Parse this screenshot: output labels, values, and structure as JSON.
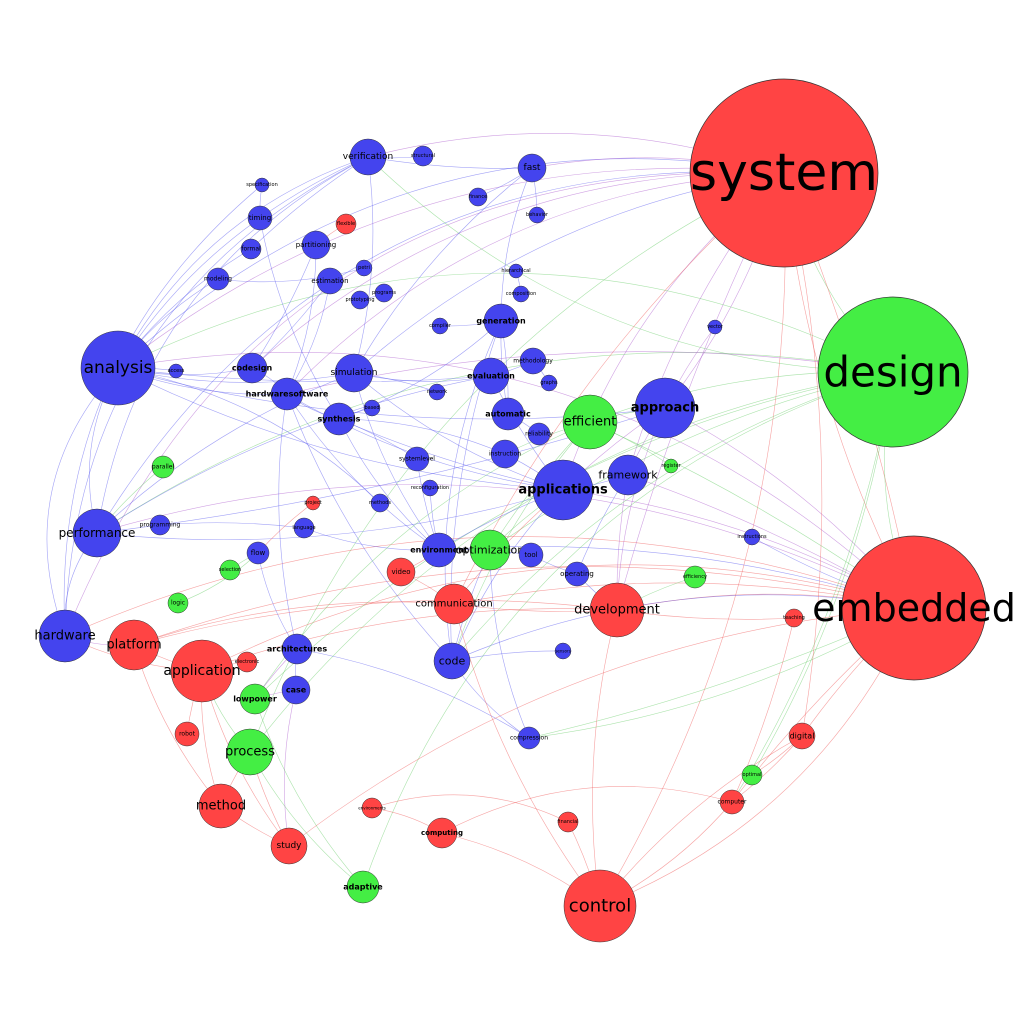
{
  "colors": {
    "red": "#ff4444",
    "green": "#44ee44",
    "blue": "#4444ee",
    "edge_blue": "#5555ee",
    "edge_purple": "#aa55cc",
    "edge_red": "#ee5555",
    "edge_green": "#66cc66"
  },
  "nodes": [
    {
      "id": "system",
      "label": "system",
      "color": "red",
      "size": 5
    },
    {
      "id": "design",
      "label": "design",
      "color": "green",
      "size": 5
    },
    {
      "id": "embedded",
      "label": "embedded",
      "color": "red",
      "size": 5
    },
    {
      "id": "analysis",
      "label": "analysis",
      "color": "blue",
      "size": 4
    },
    {
      "id": "approach",
      "label": "approach",
      "color": "blue",
      "size": 3
    },
    {
      "id": "applications",
      "label": "applications",
      "color": "blue",
      "size": 3
    },
    {
      "id": "efficient",
      "label": "efficient",
      "color": "green",
      "size": 3
    },
    {
      "id": "verification",
      "label": "verification",
      "color": "blue",
      "size": 2
    },
    {
      "id": "fast",
      "label": "fast",
      "color": "blue",
      "size": 2
    },
    {
      "id": "specification",
      "label": "specification",
      "color": "blue",
      "size": 1
    },
    {
      "id": "structural",
      "label": "structural",
      "color": "blue",
      "size": 1
    },
    {
      "id": "timing",
      "label": "timing",
      "color": "blue",
      "size": 1
    },
    {
      "id": "flexible",
      "label": "flexible",
      "color": "red",
      "size": 1
    },
    {
      "id": "formal",
      "label": "formal",
      "color": "blue",
      "size": 1
    },
    {
      "id": "partitioning",
      "label": "partitioning",
      "color": "blue",
      "size": 1
    },
    {
      "id": "finance",
      "label": "finance",
      "color": "blue",
      "size": 1
    },
    {
      "id": "behavior",
      "label": "behavior",
      "color": "blue",
      "size": 1
    },
    {
      "id": "modeling",
      "label": "modeling",
      "color": "blue",
      "size": 1
    },
    {
      "id": "estimation",
      "label": "estimation",
      "color": "blue",
      "size": 1
    },
    {
      "id": "petri",
      "label": "petri",
      "color": "blue",
      "size": 1
    },
    {
      "id": "hierarchical",
      "label": "hierarchical",
      "color": "blue",
      "size": 1
    },
    {
      "id": "programs",
      "label": "programs",
      "color": "blue",
      "size": 1
    },
    {
      "id": "prototyping",
      "label": "prototyping",
      "color": "blue",
      "size": 1
    },
    {
      "id": "composition",
      "label": "composition",
      "color": "blue",
      "size": 1
    },
    {
      "id": "generation",
      "label": "generation",
      "color": "blue",
      "size": 2
    },
    {
      "id": "compiler",
      "label": "compiler",
      "color": "blue",
      "size": 1
    },
    {
      "id": "vector",
      "label": "vector",
      "color": "blue",
      "size": 1
    },
    {
      "id": "methodology",
      "label": "methodology",
      "color": "blue",
      "size": 1
    },
    {
      "id": "codesign",
      "label": "codesign",
      "color": "blue",
      "size": 1
    },
    {
      "id": "simulation",
      "label": "simulation",
      "color": "blue",
      "size": 2
    },
    {
      "id": "access",
      "label": "access",
      "color": "blue",
      "size": 1
    },
    {
      "id": "evaluation",
      "label": "evaluation",
      "color": "blue",
      "size": 2
    },
    {
      "id": "graphs",
      "label": "graphs",
      "color": "blue",
      "size": 1
    },
    {
      "id": "hardwaresoftware",
      "label": "hardwaresoftware",
      "color": "blue",
      "size": 2
    },
    {
      "id": "network",
      "label": "network",
      "color": "blue",
      "size": 1
    },
    {
      "id": "synthesis",
      "label": "synthesis",
      "color": "blue",
      "size": 2
    },
    {
      "id": "based",
      "label": "based",
      "color": "blue",
      "size": 1
    },
    {
      "id": "automatic",
      "label": "automatic",
      "color": "blue",
      "size": 2
    },
    {
      "id": "reliability",
      "label": "reliability",
      "color": "blue",
      "size": 1
    },
    {
      "id": "instruction",
      "label": "instruction",
      "color": "blue",
      "size": 2
    },
    {
      "id": "framework",
      "label": "framework",
      "color": "blue",
      "size": 2
    },
    {
      "id": "parallel",
      "label": "parallel",
      "color": "green",
      "size": 1
    },
    {
      "id": "systemlevel",
      "label": "systemlevel",
      "color": "blue",
      "size": 1
    },
    {
      "id": "reconfiguration",
      "label": "reconfiguration",
      "color": "blue",
      "size": 1
    },
    {
      "id": "register",
      "label": "register",
      "color": "green",
      "size": 1
    },
    {
      "id": "project",
      "label": "project",
      "color": "red",
      "size": 1
    },
    {
      "id": "methods",
      "label": "methods",
      "color": "blue",
      "size": 1
    },
    {
      "id": "performance",
      "label": "performance",
      "color": "blue",
      "size": 3
    },
    {
      "id": "programming",
      "label": "programming",
      "color": "blue",
      "size": 1
    },
    {
      "id": "language",
      "label": "language",
      "color": "blue",
      "size": 1
    },
    {
      "id": "environment",
      "label": "environment",
      "color": "blue",
      "size": 2
    },
    {
      "id": "optimization",
      "label": "optimization",
      "color": "green",
      "size": 2
    },
    {
      "id": "tool",
      "label": "tool",
      "color": "blue",
      "size": 1
    },
    {
      "id": "instructions",
      "label": "instructions",
      "color": "blue",
      "size": 1
    },
    {
      "id": "flow",
      "label": "flow",
      "color": "blue",
      "size": 1
    },
    {
      "id": "selection",
      "label": "selection",
      "color": "green",
      "size": 1
    },
    {
      "id": "video",
      "label": "video",
      "color": "red",
      "size": 1
    },
    {
      "id": "operating",
      "label": "operating",
      "color": "blue",
      "size": 1
    },
    {
      "id": "efficiency",
      "label": "efficiency",
      "color": "green",
      "size": 1
    },
    {
      "id": "logic",
      "label": "logic",
      "color": "green",
      "size": 1
    },
    {
      "id": "communication",
      "label": "communication",
      "color": "red",
      "size": 2
    },
    {
      "id": "development",
      "label": "development",
      "color": "red",
      "size": 3
    },
    {
      "id": "teaching",
      "label": "teaching",
      "color": "red",
      "size": 1
    },
    {
      "id": "hardware",
      "label": "hardware",
      "color": "blue",
      "size": 3
    },
    {
      "id": "platform",
      "label": "platform",
      "color": "red",
      "size": 3
    },
    {
      "id": "architectures",
      "label": "architectures",
      "color": "blue",
      "size": 2
    },
    {
      "id": "electronic",
      "label": "electronic",
      "color": "red",
      "size": 1
    },
    {
      "id": "application",
      "label": "application",
      "color": "red",
      "size": 3
    },
    {
      "id": "code",
      "label": "code",
      "color": "blue",
      "size": 2
    },
    {
      "id": "sensors",
      "label": "sensors",
      "color": "blue",
      "size": 1
    },
    {
      "id": "case",
      "label": "case",
      "color": "blue",
      "size": 2
    },
    {
      "id": "lowpower",
      "label": "lowpower",
      "color": "green",
      "size": 2
    },
    {
      "id": "robot",
      "label": "robot",
      "color": "red",
      "size": 1
    },
    {
      "id": "compression",
      "label": "compression",
      "color": "blue",
      "size": 1
    },
    {
      "id": "digital",
      "label": "digital",
      "color": "red",
      "size": 1
    },
    {
      "id": "process",
      "label": "process",
      "color": "green",
      "size": 3
    },
    {
      "id": "optimal",
      "label": "optimal",
      "color": "green",
      "size": 1
    },
    {
      "id": "computer",
      "label": "computer",
      "color": "red",
      "size": 1
    },
    {
      "id": "method",
      "label": "method",
      "color": "red",
      "size": 3
    },
    {
      "id": "environments",
      "label": "environments",
      "color": "red",
      "size": 1
    },
    {
      "id": "financial",
      "label": "financial",
      "color": "red",
      "size": 1
    },
    {
      "id": "computing",
      "label": "computing",
      "color": "red",
      "size": 2
    },
    {
      "id": "study",
      "label": "study",
      "color": "red",
      "size": 2
    },
    {
      "id": "adaptive",
      "label": "adaptive",
      "color": "green",
      "size": 2
    },
    {
      "id": "control",
      "label": "control",
      "color": "red",
      "size": 4
    }
  ]
}
